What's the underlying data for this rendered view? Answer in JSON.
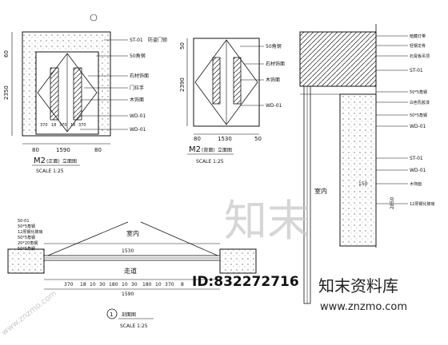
{
  "elevation_1": {
    "title": "M2",
    "title_suffix": "(正面)",
    "subtitle": "立面图",
    "scale": "SCALE  1:25",
    "dims": {
      "top": "60",
      "height": "2350",
      "width": "1590",
      "left": "80",
      "right": "80"
    },
    "leaders": [
      "ST-01",
      "防盗门锁",
      "50角钢",
      "石材饰面",
      "门拉手",
      "木饰面",
      "WD-01",
      "WD-01"
    ],
    "inline_dims": [
      "370",
      "18",
      "370",
      "18",
      "370"
    ]
  },
  "elevation_2": {
    "title": "M2",
    "title_suffix": "(背面)",
    "subtitle": "立面图",
    "scale": "SCALE  1:25",
    "dims": {
      "top": "50",
      "height": "2390",
      "width": "1530",
      "left": "80",
      "right": "50"
    },
    "leaders": [
      "50角钢",
      "石材饰面",
      "木饰面",
      "WD-01"
    ]
  },
  "section": {
    "labels_right": [
      "暗藏灯带",
      "轻钢龙骨",
      "石膏板吊顶",
      "ST-01",
      "50*5角钢",
      "白色乳胶漆",
      "50*5角钢",
      "WD-01",
      "ST-01",
      "WD-01",
      "木饰面",
      "12厚钢化玻璃"
    ],
    "inner_label": "室内",
    "dim_vertical": "2850",
    "dim_small": "150"
  },
  "plan": {
    "room_label": "室内",
    "corridor_label": "走道",
    "width": "1530",
    "left_labels": [
      "50-01",
      "50*5角钢",
      "12厚钢化玻璃",
      "50*5角钢",
      "20*20角钢",
      "50*5角钢"
    ],
    "bottom_dims": [
      "370",
      "18",
      "10",
      "30",
      "180",
      "10",
      "30",
      "180",
      "10",
      "370",
      "8"
    ],
    "total": "1590",
    "id_text": "ID:832272716",
    "title_num": "1",
    "title": "剖面图",
    "scale": "SCALE  1:25"
  },
  "watermarks": {
    "brand": "知末",
    "brand_full": "知末资料库",
    "url": "www.znzmo.com",
    "diag": "www.znzmo.com"
  }
}
